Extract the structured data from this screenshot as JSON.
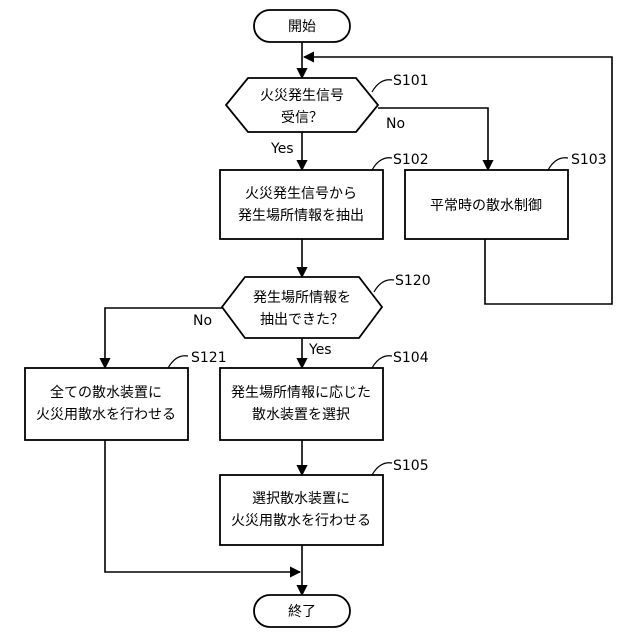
{
  "nodes": {
    "start": {
      "lines": [
        "開始"
      ]
    },
    "s101": {
      "lines": [
        "火災発生信号",
        "受信？"
      ],
      "step": "S101"
    },
    "s102": {
      "lines": [
        "火災発生信号から",
        "発生場所情報を抽出"
      ],
      "step": "S102"
    },
    "s103": {
      "lines": [
        "平常時の散水制御"
      ],
      "step": "S103"
    },
    "s120": {
      "lines": [
        "発生場所情報を",
        "抽出できた？"
      ],
      "step": "S120"
    },
    "s121": {
      "lines": [
        "全ての散水装置に",
        "火災用散水を行わせる"
      ],
      "step": "S121"
    },
    "s104": {
      "lines": [
        "発生場所情報に応じた",
        "散水装置を選択"
      ],
      "step": "S104"
    },
    "s105": {
      "lines": [
        "選択散水装置に",
        "火災用散水を行わせる"
      ],
      "step": "S105"
    },
    "end": {
      "lines": [
        "終了"
      ]
    }
  },
  "branches": {
    "s101_yes": "Yes",
    "s101_no": "No",
    "s120_yes": "Yes",
    "s120_no": "No"
  }
}
